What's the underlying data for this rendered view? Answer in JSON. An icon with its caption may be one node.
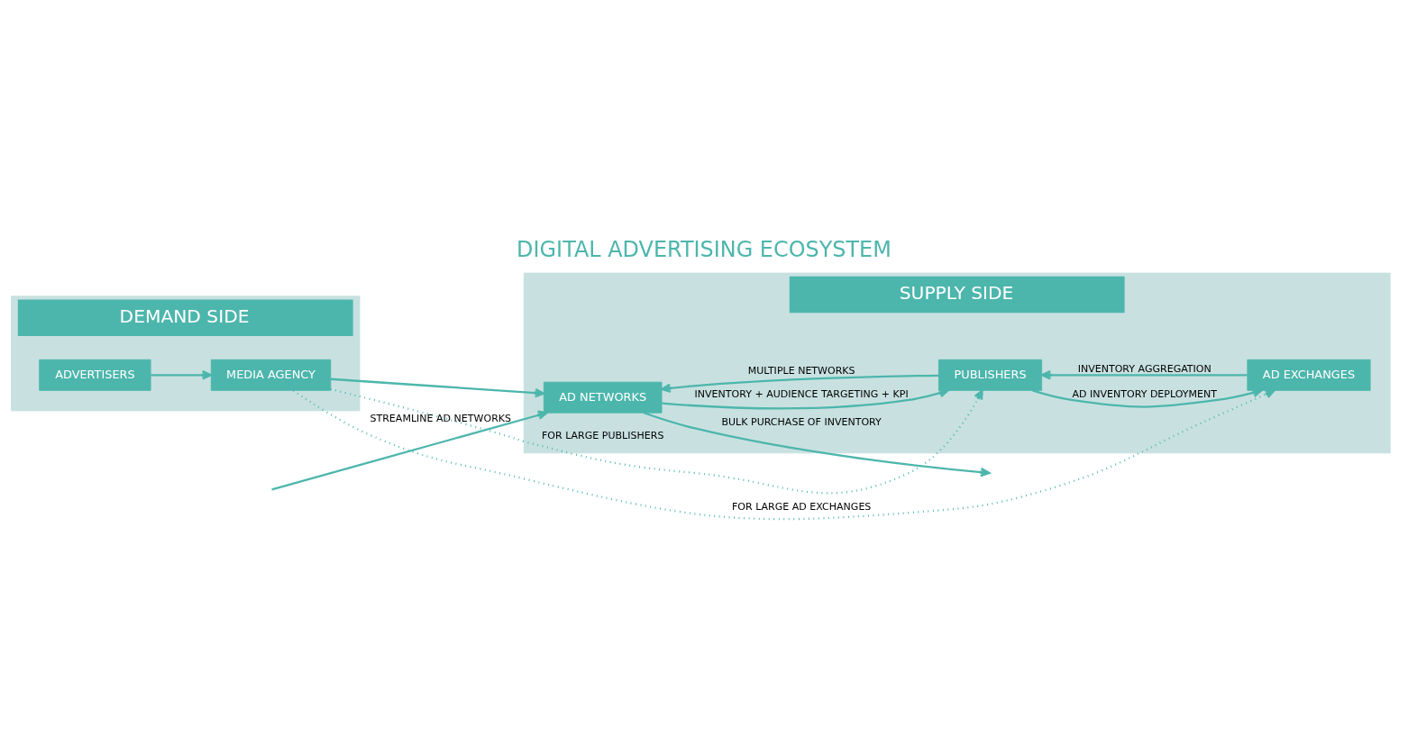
{
  "diagram": {
    "title": "DIGITAL ADVERTISING ECOSYSTEM",
    "nodes": [
      {
        "text": [
          "DEMAND SIDE"
        ]
      },
      {
        "text": [
          "SUPPLY SIDE"
        ]
      },
      {
        "text": [
          "ADVERTISERS"
        ],
        "in": 0
      },
      {
        "text": [
          "MEDIA AGENCY"
        ],
        "in": 0
      },
      {
        "text": [
          "AD NETWORKS"
        ],
        "in": 1
      },
      {
        "text": [
          "PUBLISHERS"
        ],
        "in": 1
      },
      {
        "text": [
          "AD EXCHANGES"
        ],
        "in": 1
      }
    ],
    "edges": [
      {
        "from": 2,
        "to": 3,
        "arrow": "to"
      },
      {
        "from": 3,
        "to": 4,
        "arrow": "to"
      },
      {
        "from": 3,
        "to": 5,
        "arrow": "to",
        "label": "FOR LARGE PUBLISHERS",
        "style": "dashed"
      },
      {
        "from": 4,
        "to": 5,
        "arrow": "to",
        "label": "INVENTORY + AUDIENCE TARGETING + KPI"
      },
      {
        "from": 5,
        "to": 4,
        "arrow": "to",
        "label": "MULTIPLE NETWORKS"
      },
      {
        "from": 4,
        "to": null,
        "arrow": "to",
        "label": "BULK PURCHASE OF INVENTORY"
      },
      {
        "from": null,
        "to": 4,
        "arrow": "to",
        "label": "STREAMLINE AD NETWORKS"
      },
      {
        "from": 5,
        "to": 6,
        "arrow": "to",
        "label": "AD INVENTORY DEPLOYMENT"
      },
      {
        "from": 6,
        "to": 5,
        "arrow": "to",
        "label": "INVENTORY AGGREGATION"
      },
      {
        "from": 3,
        "to": 6,
        "arrow": "to",
        "label": "FOR LARGE AD EXCHANGES",
        "style": "dashed"
      }
    ]
  }
}
